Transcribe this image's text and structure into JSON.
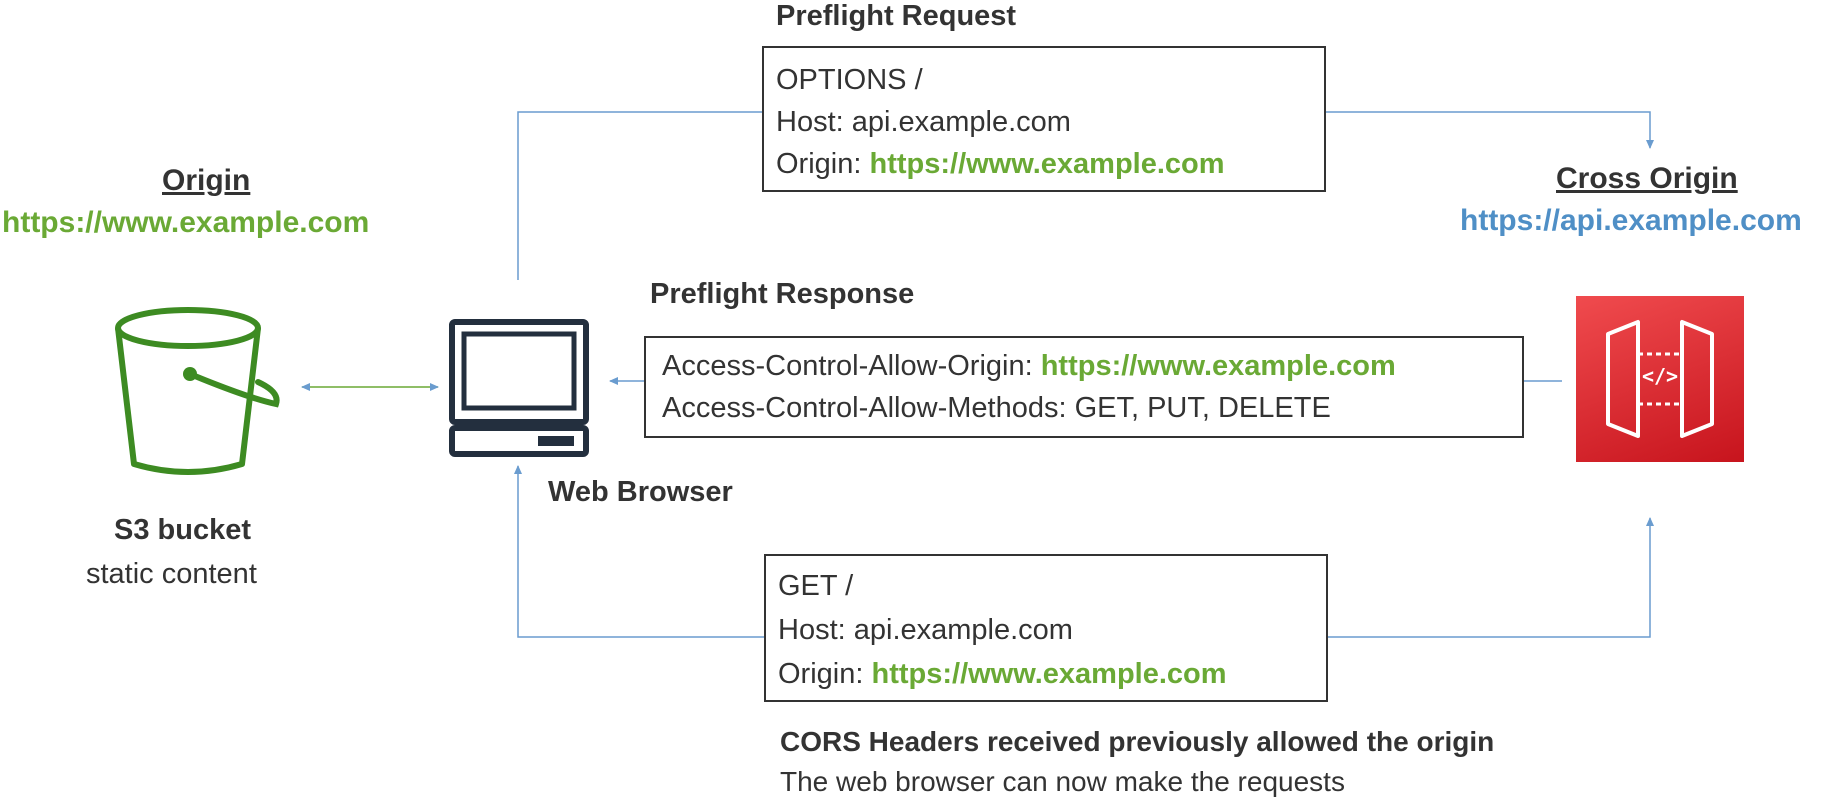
{
  "origin": {
    "title": "Origin",
    "url": "https://www.example.com"
  },
  "cross_origin": {
    "title": "Cross Origin",
    "url": "https://api.example.com"
  },
  "bucket": {
    "title": "S3 bucket",
    "subtitle": "static content"
  },
  "browser": {
    "label": "Web Browser"
  },
  "preflight_request": {
    "title": "Preflight Request",
    "method_line": "OPTIONS /",
    "host_line": "Host: api.example.com",
    "origin_label": "Origin: ",
    "origin_value": "https://www.example.com"
  },
  "preflight_response": {
    "title": "Preflight Response",
    "allow_origin_label": "Access-Control-Allow-Origin: ",
    "allow_origin_value": "https://www.example.com",
    "allow_methods_line": "Access-Control-Allow-Methods: GET, PUT, DELETE"
  },
  "get_request": {
    "method_line": "GET /",
    "host_line": "Host: api.example.com",
    "origin_label": "Origin: ",
    "origin_value": "https://www.example.com"
  },
  "footer": {
    "title": "CORS Headers received previously allowed the origin",
    "note": "The web browser can now make the requests"
  },
  "api_gateway": {
    "icon": "api-gateway-icon",
    "icon_text": "</>"
  },
  "colors": {
    "green": "#6aa935",
    "blue": "#4f8fc6",
    "arrow": "#6a9ccf",
    "api_red": "#d9282f",
    "text": "#333333"
  }
}
